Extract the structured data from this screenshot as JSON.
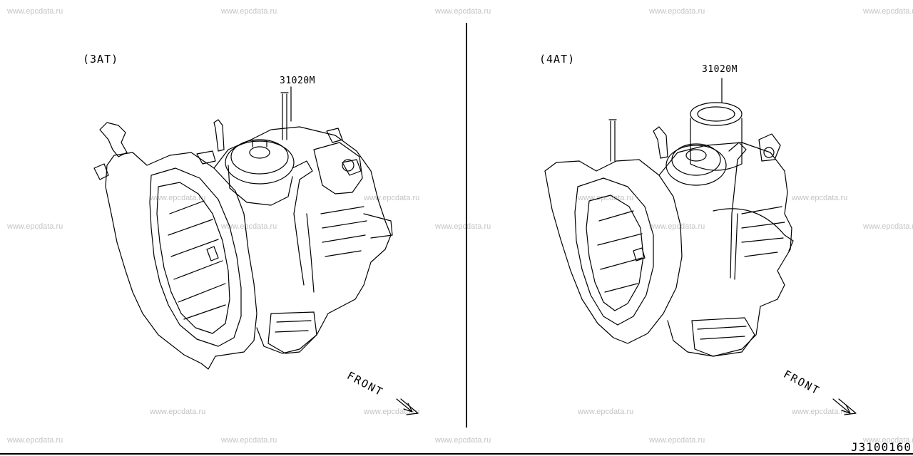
{
  "watermark": "www.epcdata.ru",
  "panels": [
    {
      "variant_label": "(3AT)",
      "part_number": "31020M",
      "direction_label": "FRONT"
    },
    {
      "variant_label": "(4AT)",
      "part_number": "31020M",
      "direction_label": "FRONT"
    }
  ],
  "figure_code": "J3100160"
}
